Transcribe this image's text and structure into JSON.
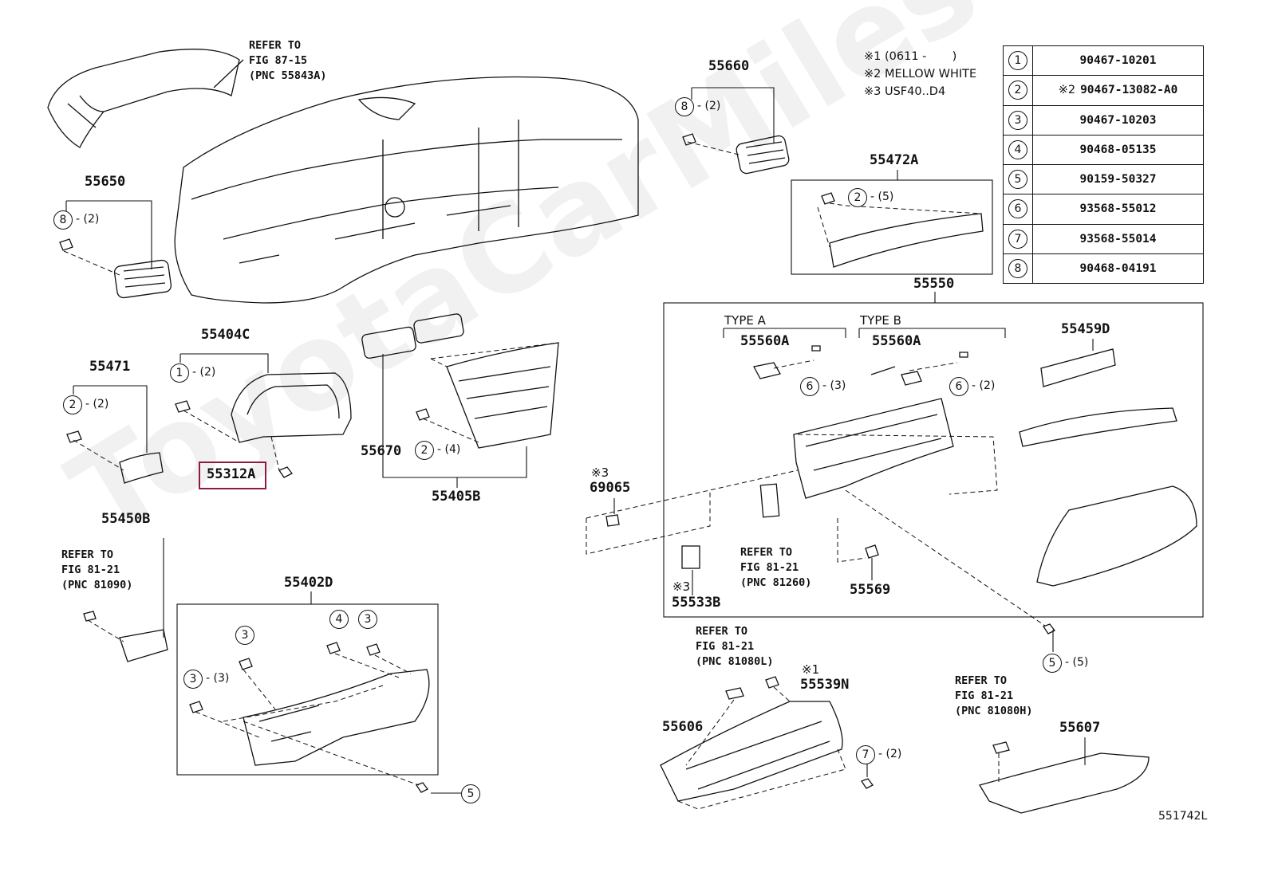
{
  "watermark": "ToyotaCarMiles",
  "diagram_code": "551742L",
  "notes": [
    "※1 (0611 -       )",
    "※2 MELLOW WHITE",
    "※3 USF40..D4"
  ],
  "legend": [
    {
      "num": "1",
      "prefix": "",
      "part": "90467-10201"
    },
    {
      "num": "2",
      "prefix": "※2",
      "part": "90467-13082-A0"
    },
    {
      "num": "3",
      "prefix": "",
      "part": "90467-10203"
    },
    {
      "num": "4",
      "prefix": "",
      "part": "90468-05135"
    },
    {
      "num": "5",
      "prefix": "",
      "part": "90159-50327"
    },
    {
      "num": "6",
      "prefix": "",
      "part": "93568-55012"
    },
    {
      "num": "7",
      "prefix": "",
      "part": "93568-55014"
    },
    {
      "num": "8",
      "prefix": "",
      "part": "90468-04191"
    }
  ],
  "labels": {
    "p55660": "55660",
    "p55650": "55650",
    "p55472A": "55472A",
    "p55550": "55550",
    "p55404C": "55404C",
    "p55471": "55471",
    "p55312A": "55312A",
    "p55670": "55670",
    "p55405B": "55405B",
    "p55459D": "55459D",
    "p55560A_a": "55560A",
    "p55560A_b": "55560A",
    "p69065": "69065",
    "p55450B": "55450B",
    "p55402D": "55402D",
    "p55533B": "55533B",
    "p55569": "55569",
    "p55539N": "55539N",
    "p55606": "55606",
    "p55607": "55607",
    "type_a": "TYPE A",
    "type_b": "TYPE B",
    "star3_a": "※3",
    "star3_b": "※3",
    "star1": "※1"
  },
  "refs": {
    "r1": "REFER TO\nFIG 87-15\n(PNC 55843A)",
    "r2": "REFER TO\nFIG 81-21\n(PNC 81090)",
    "r3": "REFER TO\nFIG 81-21\n(PNC 81260)",
    "r4": "REFER TO\nFIG 81-21\n(PNC 81080L)",
    "r5": "REFER TO\nFIG 81-21\n(PNC 81080H)"
  },
  "callouts": [
    {
      "id": "c8a",
      "num": "8",
      "qty": "- (2)"
    },
    {
      "id": "c8b",
      "num": "8",
      "qty": "- (2)"
    },
    {
      "id": "c2a",
      "num": "2",
      "qty": "- (5)"
    },
    {
      "id": "c1a",
      "num": "1",
      "qty": "- (2)"
    },
    {
      "id": "c2b",
      "num": "2",
      "qty": "- (2)"
    },
    {
      "id": "c2c",
      "num": "2",
      "qty": "- (4)"
    },
    {
      "id": "c6a",
      "num": "6",
      "qty": "- (3)"
    },
    {
      "id": "c6b",
      "num": "6",
      "qty": "- (2)"
    },
    {
      "id": "c3a",
      "num": "3",
      "qty": ""
    },
    {
      "id": "c4a",
      "num": "4",
      "qty": ""
    },
    {
      "id": "c3b",
      "num": "3",
      "qty": ""
    },
    {
      "id": "c3c",
      "num": "3",
      "qty": "- (3)"
    },
    {
      "id": "c5a",
      "num": "5",
      "qty": ""
    },
    {
      "id": "c5b",
      "num": "5",
      "qty": "- (5)"
    },
    {
      "id": "c7a",
      "num": "7",
      "qty": "- (2)"
    }
  ]
}
